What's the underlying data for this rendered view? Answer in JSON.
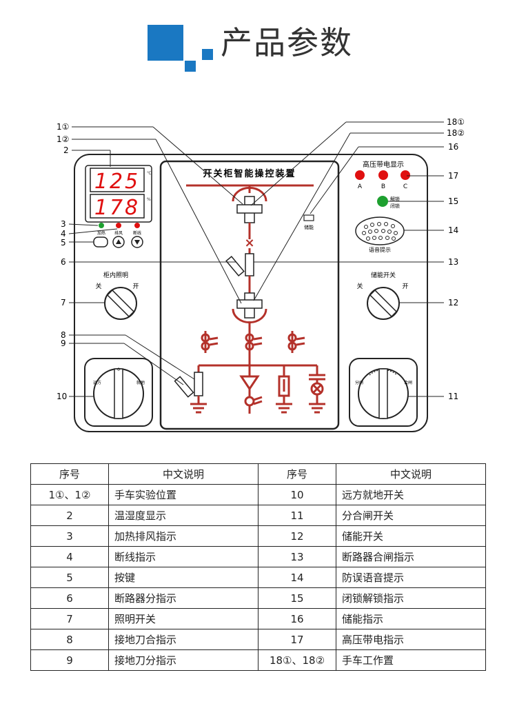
{
  "header": {
    "title": "产品参数"
  },
  "device": {
    "title": "开关柜智能操控装置",
    "display": {
      "temp": "125",
      "temp_unit": "℃",
      "humid": "178",
      "humid_unit": "%"
    },
    "led_labels": [
      "加热",
      "排风",
      "断线"
    ],
    "hv_title": "高压带电显示",
    "phases": [
      "A",
      "B",
      "C"
    ],
    "unlock_label": [
      "解锁",
      "闭锁"
    ],
    "storage_label": "储能",
    "voice_label": "语音提示",
    "light_panel": {
      "title": "柜内照明",
      "off": "关",
      "on": "开"
    },
    "storage_panel": {
      "title": "储能开关",
      "off": "关",
      "on": "开"
    },
    "left_switch": {
      "left": "远方",
      "mid": "0",
      "right": "就地"
    },
    "right_switch": {
      "left": "分闸",
      "right": "合闸"
    },
    "colors": {
      "red": "#c0392b",
      "led_red": "#e01010",
      "led_green": "#1ea030",
      "busbar": "#b4312a"
    }
  },
  "callouts": {
    "c18_1": "18①",
    "c18_2": "18②",
    "c16": "16",
    "c17": "17",
    "c15": "15",
    "c14": "14",
    "c13": "13",
    "c12": "12",
    "c11": "11",
    "c1_1": "1①",
    "c1_2": "1②",
    "c2": "2",
    "c3": "3",
    "c4": "4",
    "c5": "5",
    "c6": "6",
    "c7": "7",
    "c8": "8",
    "c9": "9",
    "c10": "10"
  },
  "table": {
    "headers": [
      "序号",
      "中文说明",
      "序号",
      "中文说明"
    ],
    "rows": [
      [
        "1①、1②",
        "手车实验位置",
        "10",
        "远方就地开关"
      ],
      [
        "2",
        "温湿度显示",
        "11",
        "分合闸开关"
      ],
      [
        "3",
        "加热排风指示",
        "12",
        "储能开关"
      ],
      [
        "4",
        "断线指示",
        "13",
        "断路器合闸指示"
      ],
      [
        "5",
        "按键",
        "14",
        "防误语音提示"
      ],
      [
        "6",
        "断路器分指示",
        "15",
        "闭锁解锁指示"
      ],
      [
        "7",
        "照明开关",
        "16",
        "储能指示"
      ],
      [
        "8",
        "接地刀合指示",
        "17",
        "高压带电指示"
      ],
      [
        "9",
        "接地刀分指示",
        "18①、18②",
        "手车工作置"
      ]
    ]
  }
}
